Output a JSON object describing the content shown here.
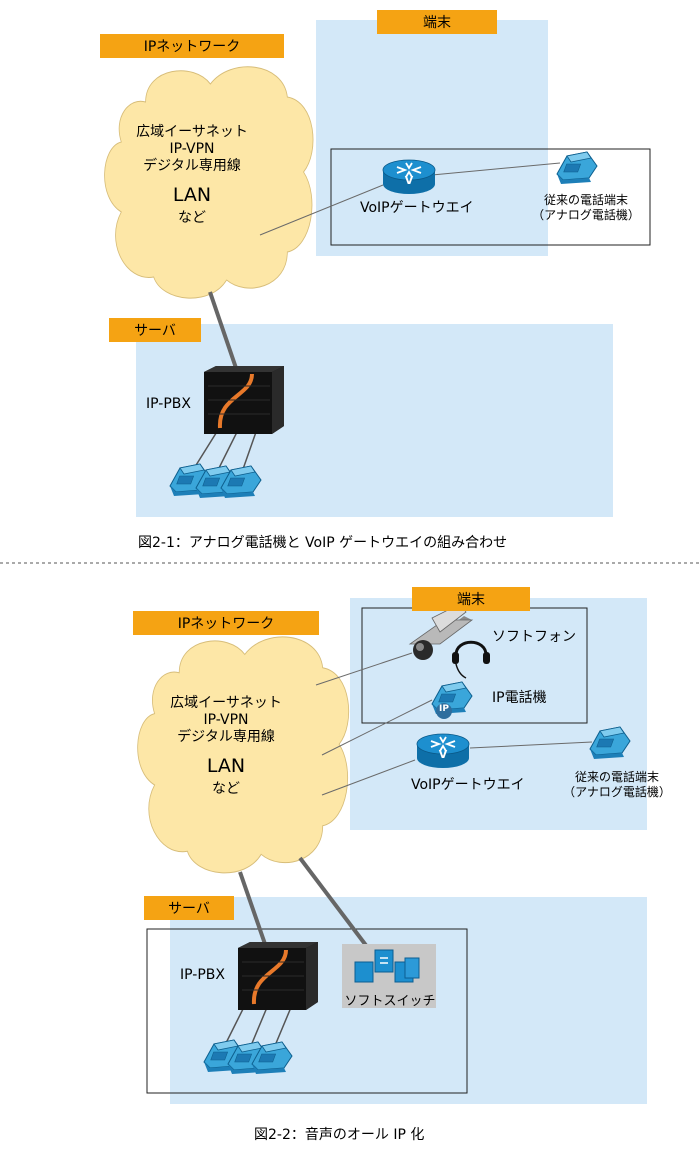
{
  "diagram1": {
    "network_tag": "IPネットワーク",
    "cloud_lines": [
      "広域イーサネット",
      "IP-VPN",
      "デジタル専用線"
    ],
    "cloud_lan": "LAN",
    "cloud_etc": "など",
    "terminal_tag": "端末",
    "gateway_label": "VoIPゲートウエイ",
    "phone_label_1": "従来の電話端末",
    "phone_label_2": "（アナログ電話機）",
    "server_tag": "サーバ",
    "pbx_label": "IP-PBX",
    "caption": "図2-1：アナログ電話機と VoIP ゲートウエイの組み合わせ"
  },
  "diagram2": {
    "network_tag": "IPネットワーク",
    "cloud_lines": [
      "広域イーサネット",
      "IP-VPN",
      "デジタル専用線"
    ],
    "cloud_lan": "LAN",
    "cloud_etc": "など",
    "terminal_tag": "端末",
    "softphone_label": "ソフトフォン",
    "ipphone_label": "IP電話機",
    "ip_badge": "IP",
    "gateway_label": "VoIPゲートウエイ",
    "phone_label_1": "従来の電話端末",
    "phone_label_2": "（アナログ電話機）",
    "server_tag": "サーバ",
    "pbx_label": "IP-PBX",
    "softswitch_label": "ソフトスイッチ",
    "caption": "図2-2：音声のオール IP 化"
  },
  "colors": {
    "region": "#d3e8f8",
    "tag": "#f5a313",
    "cloud": "#fde7a7",
    "router": "#1d8fcf",
    "phone": "#3aa6da",
    "pbx": "#222222",
    "pbx_stripe": "#e8792a"
  },
  "icons": [
    "router-icon",
    "analog-phone-icon",
    "ip-phone-icon",
    "pbx-server-icon",
    "softphone-pc-icon",
    "headset-icon",
    "softswitch-icon"
  ]
}
